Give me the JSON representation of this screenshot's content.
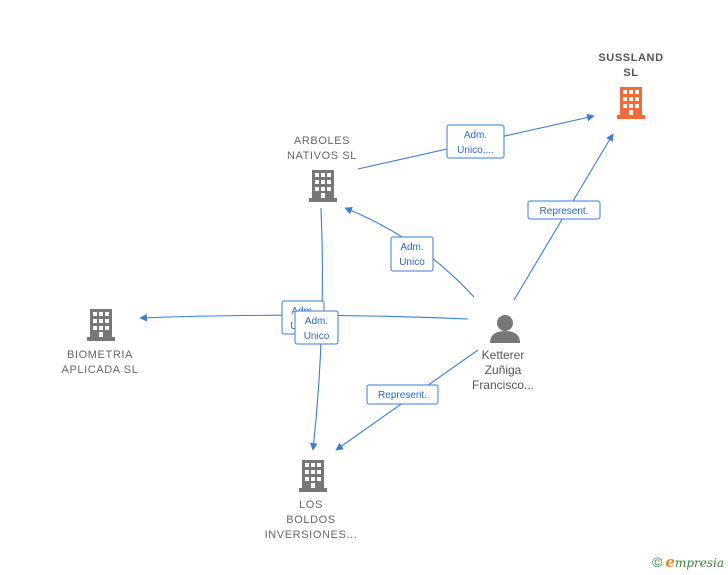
{
  "nodes": {
    "sussland": {
      "lines": [
        "SUSSLAND",
        "SL"
      ],
      "color": "#f26a35"
    },
    "arboles": {
      "lines": [
        "ARBOLES",
        "NATIVOS  SL"
      ],
      "color": "#777777"
    },
    "biometria": {
      "lines": [
        "BIOMETRIA",
        "APLICADA  SL"
      ],
      "color": "#777777"
    },
    "losboldos": {
      "lines": [
        "LOS",
        "BOLDOS",
        "INVERSIONES..."
      ],
      "color": "#777777"
    },
    "ketterer": {
      "lines": [
        "Ketterer",
        "Zuñiga",
        "Francisco..."
      ],
      "color": "#777777"
    }
  },
  "edges": {
    "arboles_sussland": {
      "lines": [
        "Adm.",
        "Unico,..."
      ]
    },
    "ketterer_sussland": {
      "lines": [
        "Represent."
      ]
    },
    "ketterer_arboles": {
      "lines": [
        "Adm.",
        "Unico"
      ]
    },
    "ketterer_biometria": {
      "lines": [
        "Adm.",
        "Unico"
      ]
    },
    "arboles_losboldos": {
      "lines": [
        "Adm.",
        "Unico"
      ]
    },
    "ketterer_losboldos": {
      "lines": [
        "Represent."
      ]
    }
  },
  "footer": {
    "copyright": "©",
    "brand_first": "e",
    "brand_rest": "mpresia"
  },
  "colors": {
    "edge": "#3b7dd8",
    "main_node": "#f26a35",
    "node": "#777777"
  }
}
